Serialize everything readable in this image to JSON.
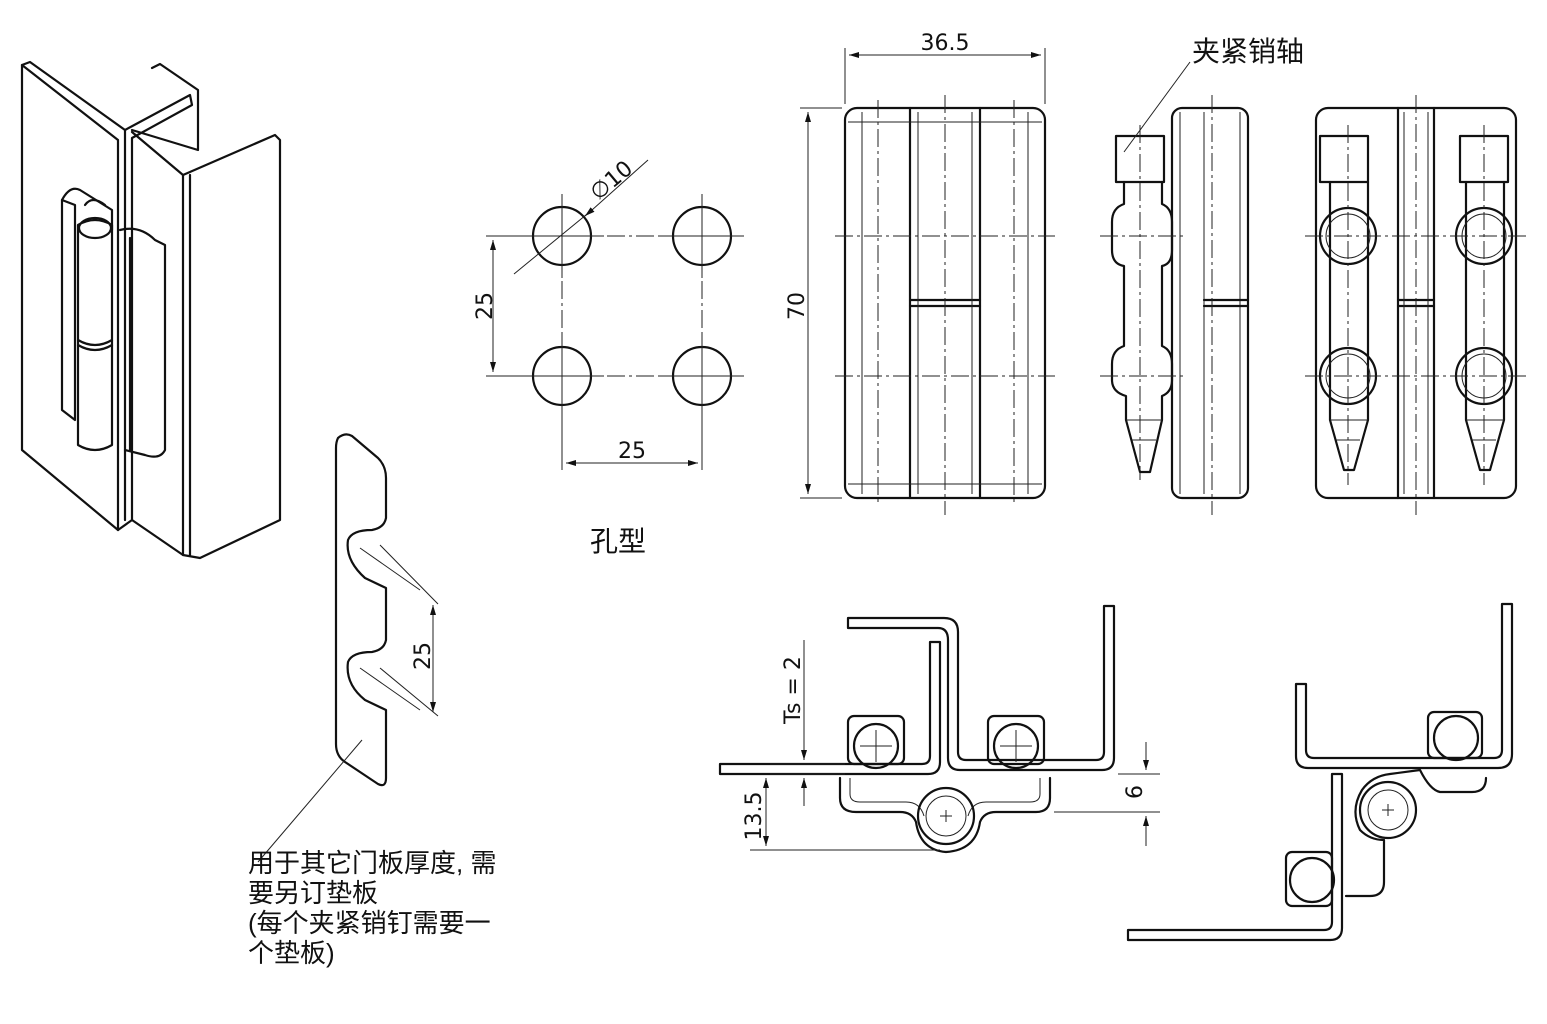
{
  "labels": {
    "clamp_pin": "夹紧销轴",
    "hole_pattern": "孔型",
    "shim_note_line1": "用于其它门板厚度, 需",
    "shim_note_line2": "要另订垫板",
    "shim_note_line3": "(每个夹紧销钉需要一",
    "shim_note_line4": "个垫板)"
  },
  "dimensions": {
    "hole_diameter": "∅10",
    "hole_spacing_vertical": "25",
    "hole_spacing_horizontal": "25",
    "shim_spacing": "25",
    "width": "36.5",
    "height": "70",
    "sheet_thickness": "Ts = 2",
    "depth": "13.5",
    "offset": "6"
  }
}
